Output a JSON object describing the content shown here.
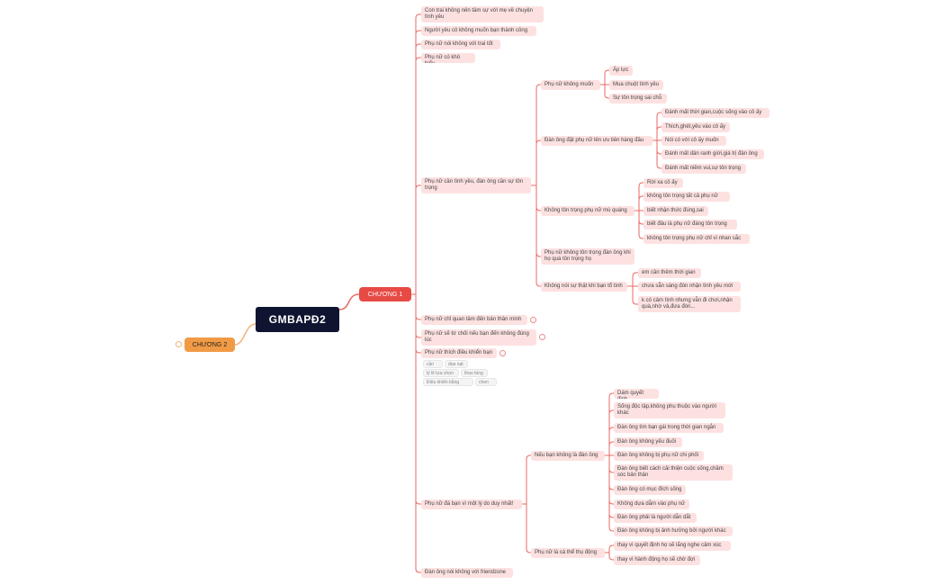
{
  "mindmap": {
    "root": "GMBAPĐ2",
    "chapter1": "CHƯƠNG 1",
    "chapter2": "CHƯƠNG 2",
    "c1": {
      "n1": "Con trai không nên tâm sự với mẹ về chuyện tình yêu",
      "n2": "Người yêu cô không muốn bạn thành công",
      "n3": "Phụ nữ nói không với trai tốt",
      "n4": "Phụ nữ có khó hiểu",
      "n5": "Phụ nữ cần tình yêu, đàn ông cần sự tôn trọng",
      "n5a": "Phụ nữ không muốn",
      "n5a1": "Áp lực",
      "n5a2": "Mua chuột tình yêu",
      "n5a3": "Sự tôn trọng sai chỗ",
      "n5b": "Đàn ông đặt phụ nữ lên ưu tiên hàng đầu",
      "n5b1": "Đánh mất thời gian,cuộc sống vào cô ấy",
      "n5b2": "Thích,ghét,yêu vào cô ấy",
      "n5b3": "Nói có với cô ấy muốn",
      "n5b4": "Đánh mất dần ranh giới,giá trị đàn ông",
      "n5b5": "Đánh mất niềm vui,sự tôn trọng",
      "n5c": "Không tôn trọng phụ nữ mù quáng",
      "n5c1": "Rời xa cô ấy",
      "n5c2": "không tôn trọng tất cả phụ nữ",
      "n5c3": "biết nhận thức đúng,sai",
      "n5c4": "biết đâu là phụ nữ đáng tôn trọng",
      "n5c5": "không tôn trọng phụ nữ chỉ vì nhan sắc",
      "n5d": "Phụ nữ không tôn trọng đàn ông khi họ quá tôn trọng họ",
      "n5e": "Không nói sự thật khi bạn tổ tình",
      "n5e1": "em cần thêm thời gian",
      "n5e2": "chưa sẵn sàng đón nhận tình yêu mới",
      "n5e3": "k có cảm tình nhưng vẫn đi chơi,nhận quà,nhờ vả,đưa đón...",
      "n6": "Phụ nữ chỉ quan tâm đến bản thân mình",
      "n7": "Phụ nữ sẽ từ chối nếu bạn đến không đúng lúc",
      "n8": "Phụ nữ thích điều khiển bạn",
      "n8s1": "cần trở",
      "n8s2": "dọa nạt",
      "n8s3": "lý lẽ lựa chọn",
      "n8s4": "thao túng",
      "n8s5": "Điều khiển bằng cách",
      "n8s6": "chen ...",
      "n9": "Phụ nữ đá bạn vì một lý do duy nhất!",
      "n9a": "Nếu bạn không là đàn ông",
      "n9a1": "Dám quyết định",
      "n9a2": "Sống độc lập,không phụ thuộc vào người khác",
      "n9a3": "Đàn ông tìm bạn gái trong thời gian ngắn",
      "n9a4": "Đàn ông không yếu đuối",
      "n9a5": "Đàn ông không bị phụ nữ chi phối",
      "n9a6": "Đàn ông biết cách cải thiện cuộc sống,chăm sóc bản thân",
      "n9a7": "Đàn ông có mục đích sống",
      "n9a8": "Không dựa dẫm vào phụ nữ",
      "n9a9": "Đàn ông phải là người dẫn dắt",
      "n9a10": "Đàn ông không bị ảnh hưởng bởi người khác",
      "n9b": "Phụ nữ là cá thể thụ động",
      "n9b1": "thay vì quyết định họ sẽ lắng nghe cảm xúc",
      "n9b2": "thay vì hành động họ sẽ chờ đợi",
      "n10": "Đàn ông nói không với friendzone"
    },
    "colors": {
      "root": "#0f1530",
      "chapter1": "#e74a45",
      "chapter2": "#f19a46",
      "node": "#fde1e1",
      "line": "#e86a66"
    }
  }
}
